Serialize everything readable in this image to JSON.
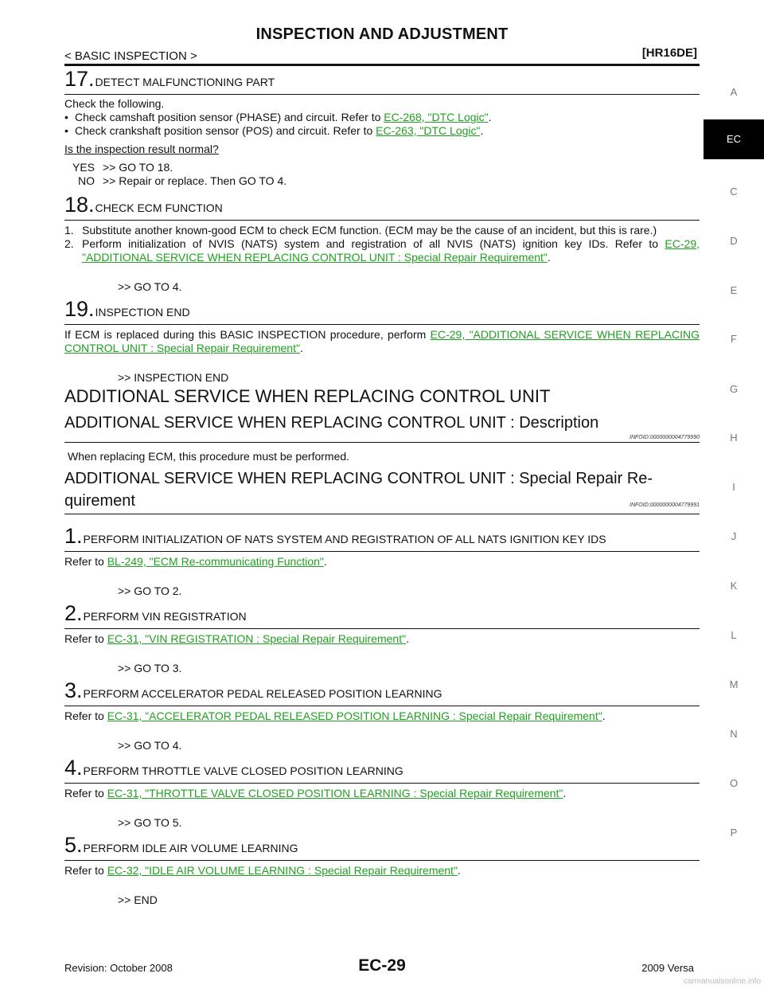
{
  "header": {
    "title": "INSPECTION AND ADJUSTMENT",
    "section": "< BASIC INSPECTION >",
    "engine": "[HR16DE]"
  },
  "side_index": {
    "letters": [
      "A",
      "EC",
      "C",
      "D",
      "E",
      "F",
      "G",
      "H",
      "I",
      "J",
      "K",
      "L",
      "M",
      "N",
      "O",
      "P"
    ],
    "active": "EC"
  },
  "steps_top": {
    "s17": {
      "num": "17.",
      "title": "DETECT MALFUNCTIONING PART",
      "intro": "Check the following.",
      "bullet1_pre": "Check camshaft position sensor (PHASE) and circuit. Refer to",
      "bullet1_link": "EC-268, \"DTC Logic\"",
      "bullet2_pre": "Check crankshaft position sensor (POS) and circuit. Refer to",
      "bullet2_link": "EC-263, \"DTC Logic\"",
      "question": "Is the inspection result normal?",
      "yes_key": "YES",
      "yes_val": ">> GO TO 18.",
      "no_key": "NO",
      "no_val": ">> Repair or replace. Then GO TO 4."
    },
    "s18": {
      "num": "18.",
      "title": "CHECK ECM FUNCTION",
      "item1_num": "1.",
      "item1": "Substitute another known-good ECM to check ECM function. (ECM may be the cause of an incident, but this is rare.)",
      "item2_num": "2.",
      "item2_pre": "Perform initialization of NVIS (NATS) system and registration of all NVIS (NATS) ignition key IDs. Refer to",
      "item2_link": "EC-29, \"ADDITIONAL SERVICE WHEN REPLACING CONTROL UNIT : Special Repair Requirement\"",
      "goto": ">> GO TO 4."
    },
    "s19": {
      "num": "19.",
      "title": "INSPECTION END",
      "text_pre": "If ECM is replaced during this BASIC INSPECTION procedure, perform",
      "text_link": "EC-29, \"ADDITIONAL SERVICE WHEN REPLACING CONTROL UNIT : Special Repair Requirement\"",
      "goto": ">> INSPECTION END"
    }
  },
  "additional": {
    "heading": "ADDITIONAL SERVICE WHEN REPLACING CONTROL UNIT",
    "desc_heading": "ADDITIONAL SERVICE WHEN REPLACING CONTROL UNIT : Description",
    "desc_infoid": "INFOID:0000000004779990",
    "desc_text": "When replacing ECM, this procedure must be performed.",
    "req_heading_1": "ADDITIONAL SERVICE WHEN REPLACING CONTROL UNIT : Special Repair Re-",
    "req_heading_2": "quirement",
    "req_infoid": "INFOID:0000000004779991"
  },
  "refer": "Refer to",
  "steps_bottom": [
    {
      "num": "1.",
      "title": "PERFORM INITIALIZATION OF NATS SYSTEM AND REGISTRATION OF ALL NATS IGNITION KEY IDS",
      "link": "BL-249, \"ECM Re-communicating Function\"",
      "goto": ">> GO TO 2."
    },
    {
      "num": "2.",
      "title": "PERFORM VIN REGISTRATION",
      "link": "EC-31, \"VIN REGISTRATION : Special Repair Requirement\"",
      "goto": ">> GO TO 3."
    },
    {
      "num": "3.",
      "title": "PERFORM ACCELERATOR PEDAL RELEASED POSITION LEARNING",
      "link": "EC-31, \"ACCELERATOR PEDAL RELEASED POSITION LEARNING : Special Repair Requirement\"",
      "goto": ">> GO TO 4."
    },
    {
      "num": "4.",
      "title": "PERFORM THROTTLE VALVE CLOSED POSITION LEARNING",
      "link": "EC-31, \"THROTTLE VALVE CLOSED POSITION LEARNING : Special Repair Requirement\"",
      "goto": ">> GO TO 5."
    },
    {
      "num": "5.",
      "title": "PERFORM IDLE AIR VOLUME LEARNING",
      "link": "EC-32, \"IDLE AIR VOLUME LEARNING : Special Repair Requirement\"",
      "goto": ">> END"
    }
  ],
  "footer": {
    "revision": "Revision: October 2008",
    "page": "EC-29",
    "model": "2009 Versa",
    "watermark": "carmanualsonline.info"
  },
  "colors": {
    "link": "#20a020",
    "side_tab_bg": "#000000"
  }
}
